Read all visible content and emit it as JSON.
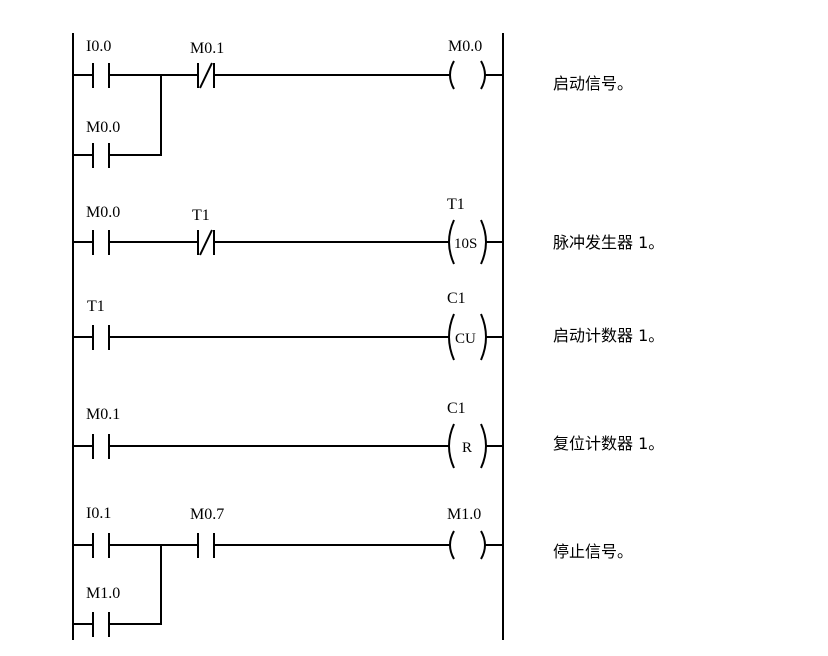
{
  "rungs": [
    {
      "contacts": [
        {
          "label": "I0.0",
          "type": "no"
        },
        {
          "label": "M0.1",
          "type": "nc"
        }
      ],
      "branch": {
        "label": "M0.0",
        "type": "no"
      },
      "coil": {
        "label": "M0.0",
        "text": ""
      },
      "comment": "启动信号。"
    },
    {
      "contacts": [
        {
          "label": "M0.0",
          "type": "no"
        },
        {
          "label": "T1",
          "type": "nc"
        }
      ],
      "coil": {
        "label": "T1",
        "text": "10S"
      },
      "comment": "脉冲发生器 1。"
    },
    {
      "contacts": [
        {
          "label": "T1",
          "type": "no"
        }
      ],
      "coil": {
        "label": "C1",
        "text": "CU"
      },
      "comment": "启动计数器 1。"
    },
    {
      "contacts": [
        {
          "label": "M0.1",
          "type": "no"
        }
      ],
      "coil": {
        "label": "C1",
        "text": "R"
      },
      "comment": "复位计数器 1。"
    },
    {
      "contacts": [
        {
          "label": "I0.1",
          "type": "no"
        },
        {
          "label": "M0.7",
          "type": "no"
        }
      ],
      "branch": {
        "label": "M1.0",
        "type": "no"
      },
      "coil": {
        "label": "M1.0",
        "text": ""
      },
      "comment": "停止信号。"
    }
  ]
}
